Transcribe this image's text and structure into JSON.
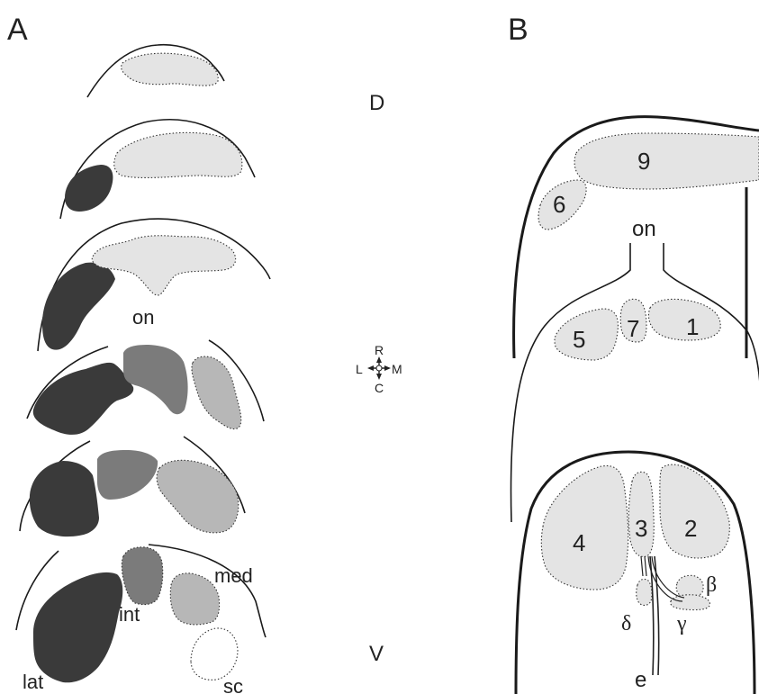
{
  "panels": {
    "a": "A",
    "b": "B"
  },
  "orientation": {
    "dorsal": "D",
    "ventral": "V"
  },
  "compass": {
    "rostral": "R",
    "caudal": "C",
    "lateral": "L",
    "medial": "M"
  },
  "panel_a_labels": {
    "on": "on",
    "lat": "lat",
    "int": "int",
    "med": "med",
    "sc": "sc"
  },
  "panel_b_labels": {
    "r9": "9",
    "r6": "6",
    "on": "on",
    "r5": "5",
    "r7": "7",
    "r1": "1",
    "r4": "4",
    "r3": "3",
    "r2": "2",
    "beta": "β",
    "gamma": "γ",
    "delta": "δ",
    "e": "e"
  },
  "colors": {
    "light": "#e4e4e4",
    "lateral": "#3a3a3a",
    "intermediate": "#7b7b7b",
    "medial": "#b7b7b7",
    "outline": "#1a1a1a"
  }
}
